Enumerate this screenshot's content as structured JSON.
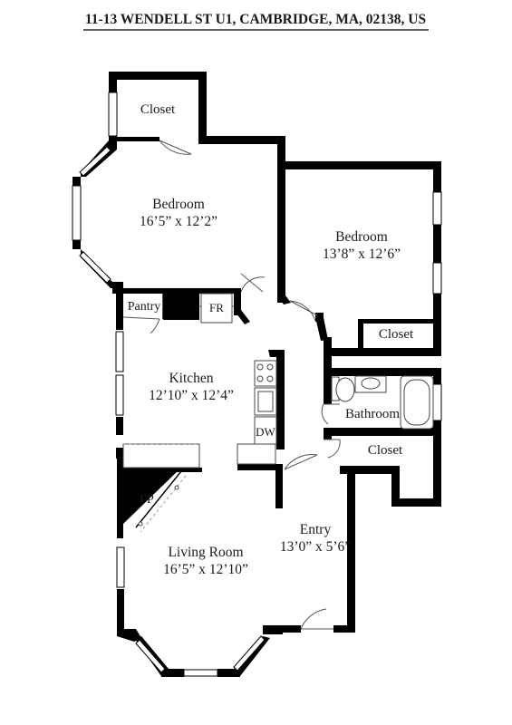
{
  "title": "11-13 WENDELL ST U1, CAMBRIDGE, MA, 02138, US",
  "rooms": {
    "closet_top": {
      "name": "Closet"
    },
    "bedroom_left": {
      "name": "Bedroom",
      "size": "16’5” x 12’2”"
    },
    "bedroom_right": {
      "name": "Bedroom",
      "size": "13’8” x 12’6”"
    },
    "closet_right": {
      "name": "Closet"
    },
    "pantry": {
      "name": "Pantry"
    },
    "fr": {
      "name": "FR"
    },
    "kitchen": {
      "name": "Kitchen",
      "size": "12’10” x 12’4”"
    },
    "dw": {
      "name": "DW"
    },
    "bathroom": {
      "name": "Bathroom"
    },
    "closet_lower": {
      "name": "Closet"
    },
    "fp": {
      "name": "FP"
    },
    "entry": {
      "name": "Entry",
      "size": "13’0” x 5’6”"
    },
    "living": {
      "name": "Living Room",
      "size": "16’5” x 12’10”"
    }
  }
}
